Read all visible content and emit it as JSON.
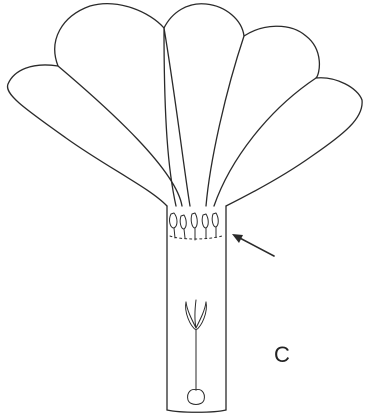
{
  "figure": {
    "panel_label": "C",
    "ink_color": "#2a2a2a",
    "background_color": "#ffffff",
    "petal_count": 5,
    "anther_count": 5
  }
}
